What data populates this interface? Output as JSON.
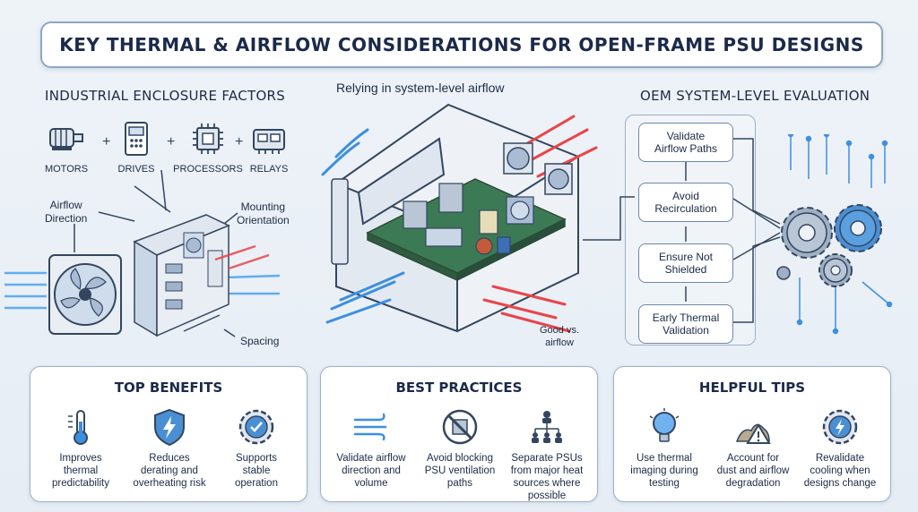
{
  "title": "KEY THERMAL & AIRFLOW CONSIDERATIONS FOR OPEN-FRAME PSU DESIGNS",
  "left": {
    "heading": "INDUSTRIAL ENCLOSURE FACTORS",
    "factors": [
      {
        "label": "MOTORS",
        "icon": "motor-icon"
      },
      {
        "label": "DRIVES",
        "icon": "drive-icon"
      },
      {
        "label": "PROCESSORS",
        "icon": "processor-icon"
      },
      {
        "label": "RELAYS",
        "icon": "relay-icon"
      }
    ],
    "airflow_direction": "Airflow\nDirection",
    "mounting_orientation": "Mounting\nOrientation",
    "spacing": "Spacing"
  },
  "center": {
    "caption": "Relying in system-level airflow",
    "good_vs": "Good vs.\nairflow"
  },
  "right": {
    "heading": "OEM SYSTEM-LEVEL EVALUATION",
    "steps": [
      "Validate\nAirflow Paths",
      "Avoid\nRecirculation",
      "Ensure Not\nShielded",
      "Early Thermal\nValidation"
    ]
  },
  "panels": {
    "benefits": {
      "heading": "TOP BENEFITS",
      "items": [
        {
          "text": "Improves\nthermal\npredictability",
          "icon": "thermometer-icon"
        },
        {
          "text": "Reduces\nderating and\noverheating risk",
          "icon": "shield-lightning-icon"
        },
        {
          "text": "Supports\nstable\noperation",
          "icon": "gear-check-icon"
        }
      ]
    },
    "practices": {
      "heading": "BEST PRACTICES",
      "items": [
        {
          "text": "Validate airflow\ndirection and\nvolume",
          "icon": "airflow-lines-icon"
        },
        {
          "text": "Avoid blocking\nPSU ventilation\npaths",
          "icon": "no-blocking-icon"
        },
        {
          "text": "Separate PSUs\nfrom major heat\nsources where\npossible",
          "icon": "hierarchy-icon"
        }
      ]
    },
    "tips": {
      "heading": "HELPFUL TIPS",
      "items": [
        {
          "text": "Use thermal\nimaging during\ntesting",
          "icon": "lightbulb-icon"
        },
        {
          "text": "Account for\ndust and airflow\ndegradation",
          "icon": "dust-warning-icon"
        },
        {
          "text": "Revalidate\ncooling when\ndesigns change",
          "icon": "gear-lightning-icon"
        }
      ]
    }
  },
  "colors": {
    "hot": "#e8454a",
    "cool": "#3d8fe0",
    "navy": "#1b2a4a",
    "outline": "#8fa6c4"
  }
}
